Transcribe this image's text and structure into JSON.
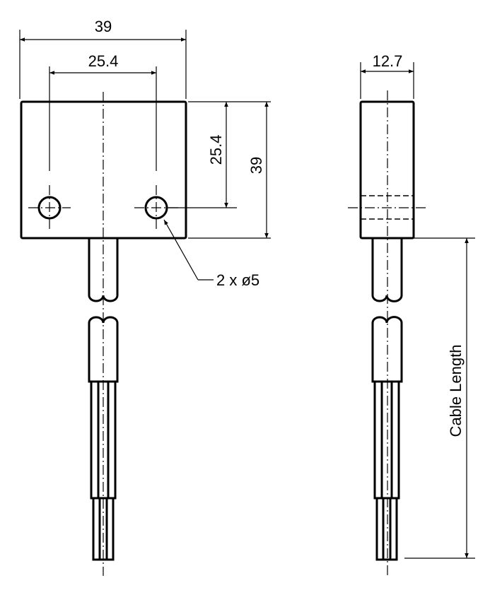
{
  "drawing": {
    "front_view": {
      "overall_width_label": "39",
      "hole_spacing_width_label": "25.4",
      "hole_height_label": "25.4",
      "overall_height_label": "39",
      "hole_callout_label": "2 x ø5"
    },
    "side_view": {
      "thickness_label": "12.7",
      "cable_length_label": "Cable Length"
    },
    "colors": {
      "line": "#000000",
      "background": "#ffffff"
    }
  }
}
